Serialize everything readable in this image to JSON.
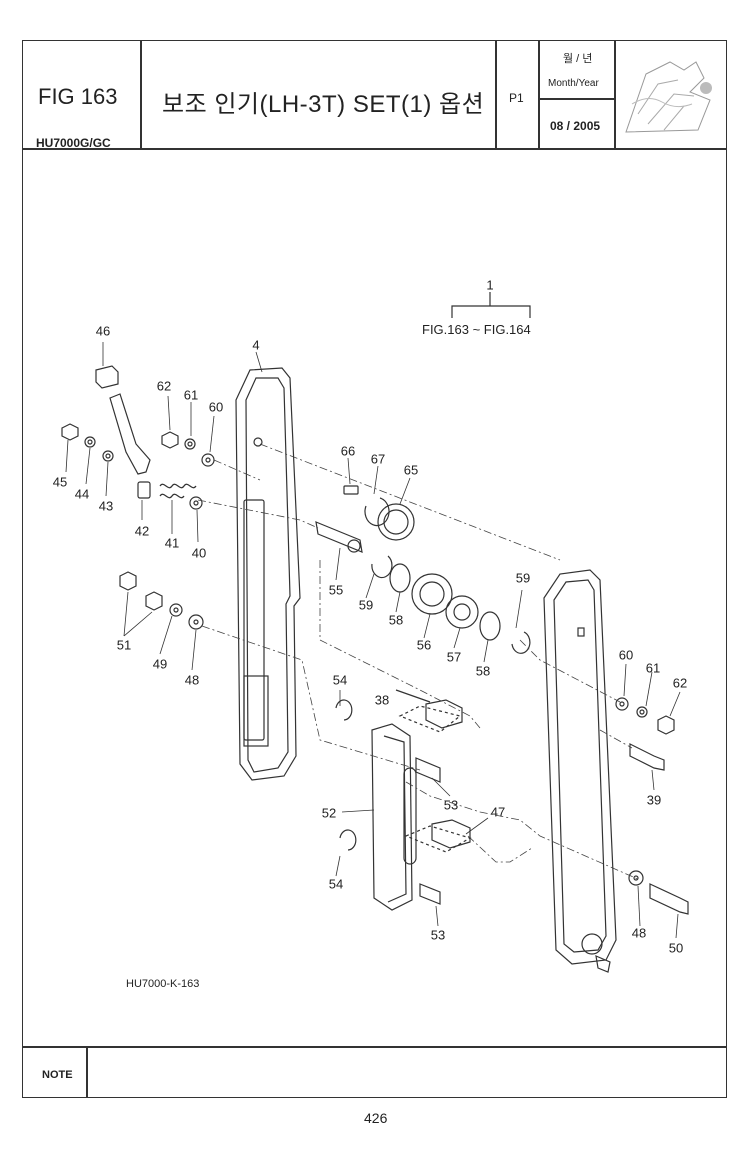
{
  "header": {
    "fig_label": "FIG 163",
    "model": "HU7000G/GC",
    "title": "보조 인기(LH-3T) SET(1) 옵션",
    "page_label": "P1",
    "month_year_kr": "월 / 년",
    "month_year_en": "Month/Year",
    "date": "08 / 2005"
  },
  "diagram": {
    "assembly_number": "1",
    "figure_reference": "FIG.163 ~ FIG.164",
    "drawing_code": "HU7000-K-163",
    "callouts": [
      "46",
      "4",
      "62",
      "61",
      "60",
      "45",
      "44",
      "43",
      "42",
      "41",
      "40",
      "66",
      "67",
      "65",
      "55",
      "59",
      "58",
      "56",
      "57",
      "58",
      "59",
      "51",
      "49",
      "48",
      "54",
      "38",
      "60",
      "61",
      "62",
      "39",
      "52",
      "53",
      "47",
      "54",
      "53",
      "48",
      "50"
    ]
  },
  "footer": {
    "note_label": "NOTE",
    "page_number": "426"
  }
}
